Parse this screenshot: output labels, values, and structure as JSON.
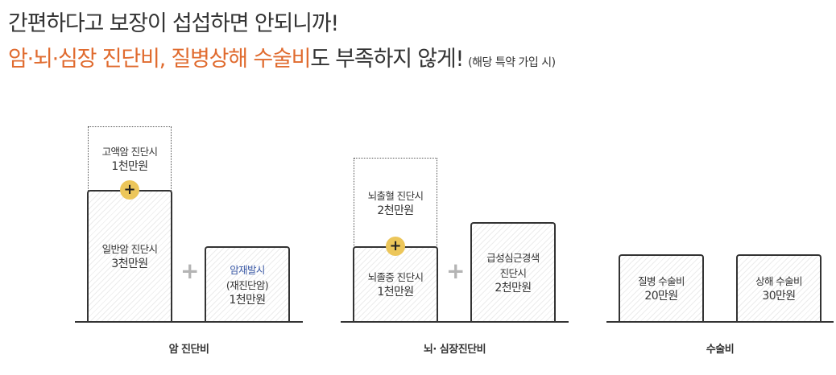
{
  "headline": {
    "line1": "간편하다고 보장이 섭섭하면 안되니까!",
    "line2_highlight_1": "암·뇌·심장 진단비, 질병상해 수술비",
    "line2_rest": "도 부족하지 않게!",
    "line2_note": "(해당 특약 가입 시)"
  },
  "colors": {
    "accent": "#e06b2f",
    "badge": "#ecc65a",
    "text": "#333333",
    "link_blue": "#3c5aa6"
  },
  "groups": {
    "cancer": {
      "label": "암 진단비",
      "extra": {
        "title": "고액암 진단시",
        "amount": "1천만원"
      },
      "main": {
        "title": "일반암 진단시",
        "amount": "3천만원"
      },
      "side": {
        "title": "암재발시",
        "subtitle": "(재진단암)",
        "amount": "1천만원"
      }
    },
    "brain_heart": {
      "label": "뇌· 심장진단비",
      "extra": {
        "title": "뇌출혈 진단시",
        "amount": "2천만원"
      },
      "main": {
        "title": "뇌졸중 진단시",
        "amount": "1천만원"
      },
      "side": {
        "title_line1": "급성심근경색",
        "title_line2": "진단시",
        "amount": "2천만원"
      }
    },
    "surgery": {
      "label": "수술비",
      "disease": {
        "title": "질병 수술비",
        "amount": "20만원"
      },
      "injury": {
        "title": "상해 수술비",
        "amount": "30만원"
      }
    }
  },
  "symbols": {
    "plus": "+"
  }
}
